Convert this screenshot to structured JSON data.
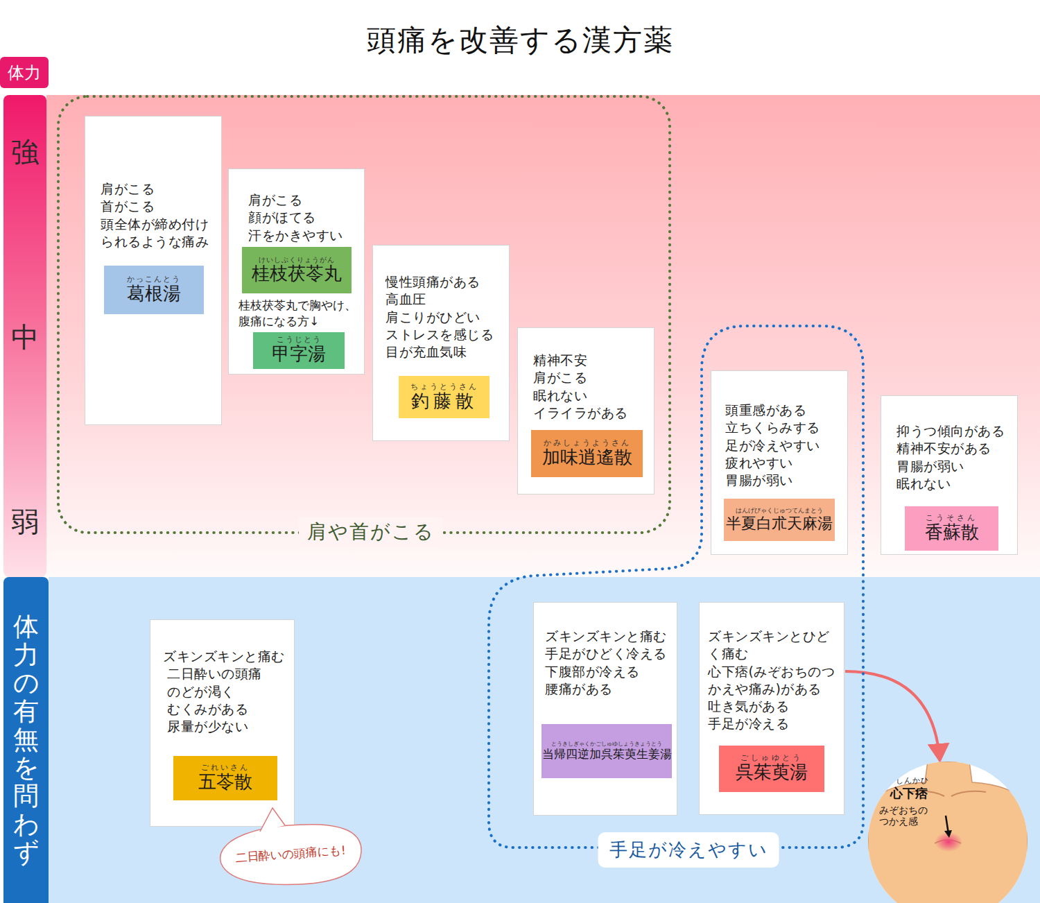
{
  "diagram": {
    "title": "頭痛を改善する漢方薬",
    "nodes": [
      {
        "text": [
          "体力"
        ]
      },
      {
        "text": [
          "強",
          "中",
          "弱"
        ]
      },
      {
        "text": [
          "肩や首がこる"
        ]
      },
      {
        "text": [
          "肩がこる",
          "首がこる",
          "頭全体が締め付けられるような痛み"
        ],
        "in": 2
      },
      {
        "text": [
          "かっこんとう",
          "葛根湯"
        ],
        "in": 3
      },
      {
        "text": [
          "肩がこる",
          "顔がほてる",
          "汗をかきやすい",
          "桂枝茯苓丸で胸やけ、腹痛になる方↓"
        ],
        "in": 2
      },
      {
        "text": [
          "けいしぶくりょうがん",
          "桂枝茯苓丸"
        ],
        "in": 5
      },
      {
        "text": [
          "こうじとう",
          "甲字湯"
        ],
        "in": 5
      },
      {
        "text": [
          "慢性頭痛がある",
          "高血圧",
          "肩こりがひどい",
          "ストレスを感じる",
          "目が充血気味"
        ],
        "in": 2
      },
      {
        "text": [
          "ちょうとうさん",
          "釣藤散"
        ],
        "in": 8
      },
      {
        "text": [
          "精神不安",
          "肩がこる",
          "眠れない",
          "イライラがある"
        ],
        "in": 2
      },
      {
        "text": [
          "かみしょうようさん",
          "加味逍遙散"
        ],
        "in": 10
      },
      {
        "text": [
          "手足が冷えやすい"
        ]
      },
      {
        "text": [
          "頭重感がある",
          "立ちくらみする",
          "足が冷えやすい",
          "疲れやすい",
          "胃腸が弱い"
        ],
        "in": 12
      },
      {
        "text": [
          "はんげびゃくじゅつてんまとう",
          "半夏白朮天麻湯"
        ],
        "in": 13
      },
      {
        "text": [
          "抑うつ傾向がある",
          "精神不安がある",
          "胃腸が弱い",
          "眠れない"
        ]
      },
      {
        "text": [
          "こうそさん",
          "香蘇散"
        ],
        "in": 15
      },
      {
        "text": [
          "体力の有無を問わず"
        ]
      },
      {
        "text": [
          "ズキンズキンと痛む",
          "二日酔いの頭痛",
          "のどが渇く",
          "むくみがある",
          "尿量が少ない"
        ]
      },
      {
        "text": [
          "ごれいさん",
          "五苓散"
        ],
        "in": 18
      },
      {
        "text": [
          "二日酔いの頭痛にも!"
        ]
      },
      {
        "text": [
          "ズキンズキンと痛む",
          "手足がひどく冷える",
          "下腹部が冷える",
          "腰痛がある"
        ],
        "in": 12
      },
      {
        "text": [
          "とうきしぎゃくかごしゅゆしょうきょうとう",
          "当帰四逆加呉茱萸生姜湯"
        ],
        "in": 21
      },
      {
        "text": [
          "ズキンズキンとひどく痛む",
          "心下痞(みぞおちのつかえや痛み)がある",
          "吐き気がある",
          "手足が冷える"
        ],
        "in": 12
      },
      {
        "text": [
          "ごしゅゆとう",
          "呉茱萸湯"
        ],
        "in": 23
      },
      {
        "text": [
          "しんかひ",
          "心下痞",
          "みぞおちの つかえ感"
        ]
      }
    ],
    "edges": [
      {
        "from": 23,
        "to": 25,
        "arrow": "to"
      }
    ]
  }
}
